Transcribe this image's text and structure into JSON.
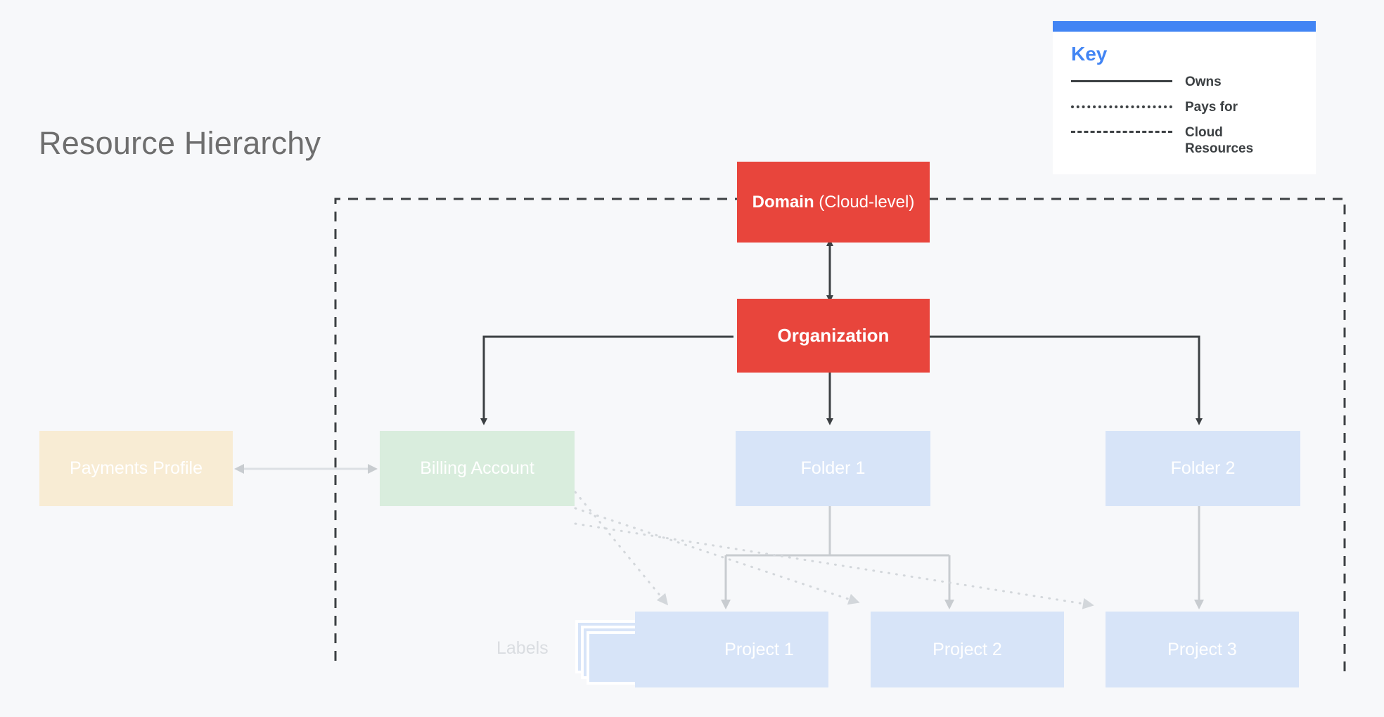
{
  "page": {
    "title": "Resource Hierarchy",
    "background_color": "#F7F8FA"
  },
  "colors": {
    "red_node": "#E8453C",
    "cream_node": "#F8ECD4",
    "green_node": "#D9EDDD",
    "blue_node": "#D7E4F8",
    "legend_accent": "#4285F4",
    "dark_connector": "#3C4043",
    "light_connector": "#C8CCD0",
    "title_text": "#6E6E6E",
    "labels_text": "#DADDE1"
  },
  "legend": {
    "name": "key-legend",
    "title": "Key",
    "items": [
      {
        "style": "solid",
        "label": "Owns"
      },
      {
        "style": "dotted",
        "label": "Pays for"
      },
      {
        "style": "dashed",
        "label": "Cloud Resources"
      }
    ]
  },
  "nodes": {
    "domain": {
      "name_bold": "Domain",
      "name_regular": " (Cloud-level)"
    },
    "organization": {
      "label": "Organization"
    },
    "payments_profile": {
      "label": "Payments Profile"
    },
    "billing_account": {
      "label": "Billing Account"
    },
    "folder_1": {
      "label": "Folder 1"
    },
    "folder_2": {
      "label": "Folder 2"
    },
    "project_1": {
      "label": "Project 1"
    },
    "project_2": {
      "label": "Project 2"
    },
    "project_3": {
      "label": "Project 3"
    },
    "labels": {
      "label": "Labels"
    }
  },
  "boundary": {
    "name": "cloud-resources-boundary",
    "style": "dashed"
  },
  "chart_data": {
    "type": "diagram",
    "title": "Resource Hierarchy",
    "diagram_kind": "tree",
    "nodes": [
      {
        "id": "domain",
        "label": "Domain (Cloud-level)",
        "level": 0,
        "color": "#E8453C"
      },
      {
        "id": "organization",
        "label": "Organization",
        "level": 1,
        "color": "#E8453C"
      },
      {
        "id": "payments_profile",
        "label": "Payments Profile",
        "level": 2,
        "color": "#F8ECD4"
      },
      {
        "id": "billing_account",
        "label": "Billing Account",
        "level": 2,
        "color": "#D9EDDD"
      },
      {
        "id": "folder_1",
        "label": "Folder 1",
        "level": 2,
        "color": "#D7E4F8"
      },
      {
        "id": "folder_2",
        "label": "Folder 2",
        "level": 2,
        "color": "#D7E4F8"
      },
      {
        "id": "project_1",
        "label": "Project 1",
        "level": 3,
        "color": "#D7E4F8"
      },
      {
        "id": "project_2",
        "label": "Project 2",
        "level": 3,
        "color": "#D7E4F8"
      },
      {
        "id": "project_3",
        "label": "Project 3",
        "level": 3,
        "color": "#D7E4F8"
      },
      {
        "id": "labels",
        "label": "Labels",
        "level": 3,
        "color": "#D7E4F8"
      }
    ],
    "edges": [
      {
        "from": "domain",
        "to": "organization",
        "type": "owns",
        "direction": "both"
      },
      {
        "from": "organization",
        "to": "billing_account",
        "type": "owns",
        "direction": "to"
      },
      {
        "from": "organization",
        "to": "folder_1",
        "type": "owns",
        "direction": "to"
      },
      {
        "from": "organization",
        "to": "folder_2",
        "type": "owns",
        "direction": "to"
      },
      {
        "from": "payments_profile",
        "to": "billing_account",
        "type": "owns",
        "direction": "both"
      },
      {
        "from": "billing_account",
        "to": "project_1",
        "type": "pays for",
        "direction": "to"
      },
      {
        "from": "billing_account",
        "to": "project_2",
        "type": "pays for",
        "direction": "to"
      },
      {
        "from": "billing_account",
        "to": "project_3",
        "type": "pays for",
        "direction": "to"
      },
      {
        "from": "folder_1",
        "to": "project_1",
        "type": "owns",
        "direction": "to"
      },
      {
        "from": "folder_1",
        "to": "project_2",
        "type": "owns",
        "direction": "to"
      },
      {
        "from": "folder_2",
        "to": "project_3",
        "type": "owns",
        "direction": "to"
      }
    ],
    "legend": [
      "Owns",
      "Pays for",
      "Cloud Resources"
    ]
  }
}
